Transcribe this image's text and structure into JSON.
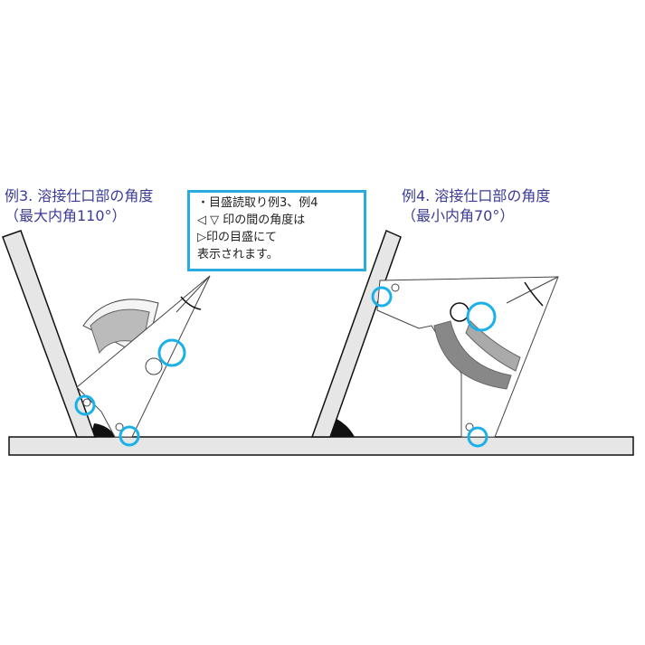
{
  "example3": {
    "title": "例3. 溶接仕口部の角度",
    "subtitle": "（最大内角110°）"
  },
  "example4": {
    "title": "例4. 溶接仕口部の角度",
    "subtitle": "（最小内角70°）"
  },
  "note": {
    "lines": [
      "・目盛読取り例3、例4",
      "◁ ▽ 印の間の角度は",
      "▷印の目盛にて",
      "表示されます。"
    ],
    "border_color": "#29abe2"
  },
  "colors": {
    "highlight_circle": "#1ab0e8",
    "title_text": "#3b3b95",
    "plate_fill": "#e6e6e6"
  }
}
